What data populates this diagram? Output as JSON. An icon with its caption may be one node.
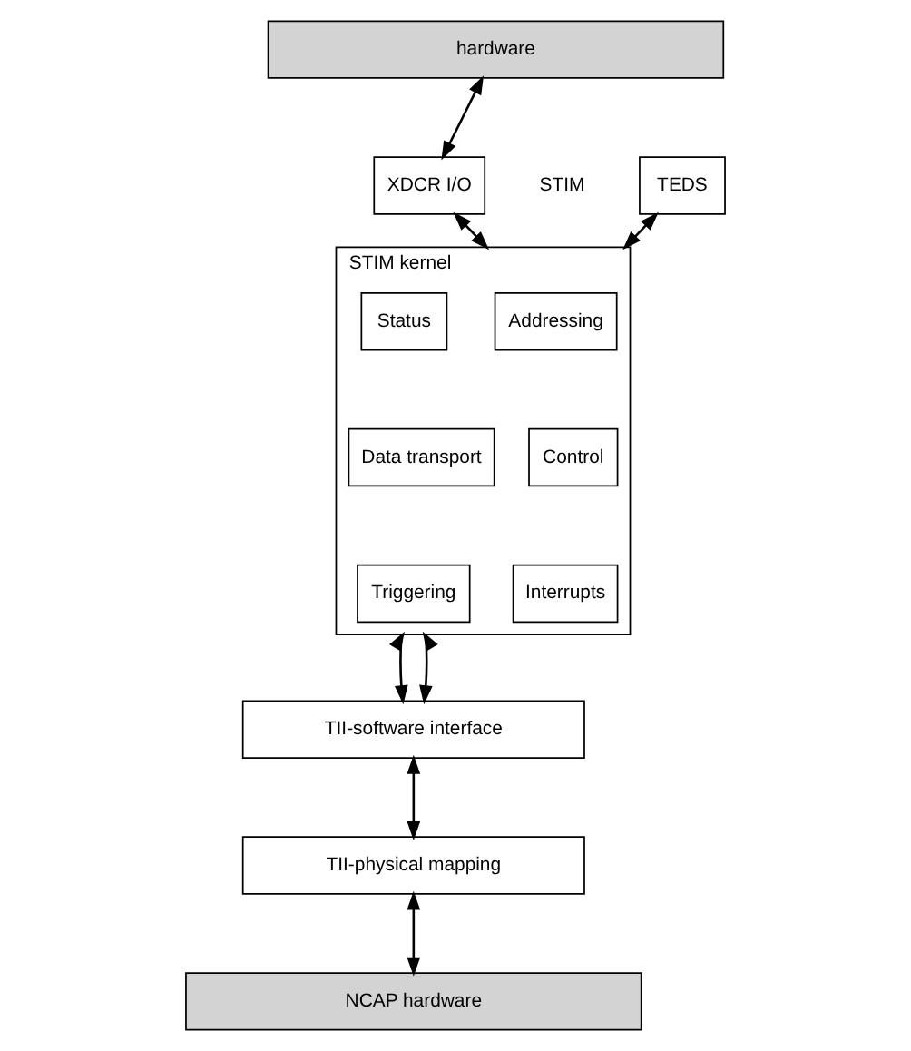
{
  "diagram": {
    "nodes": [
      {
        "text": [
          "hardware"
        ]
      },
      {
        "text": [
          "XDCR I/O"
        ]
      },
      {
        "text": [
          "TEDS"
        ]
      },
      {
        "text": [
          "STIM kernel"
        ]
      },
      {
        "text": [
          "Addressing"
        ],
        "in": 3
      },
      {
        "text": [
          "Status"
        ],
        "in": 3
      },
      {
        "text": [
          "Control"
        ],
        "in": 3
      },
      {
        "text": [
          "Data transport"
        ],
        "in": 3
      },
      {
        "text": [
          "Interrupts"
        ],
        "in": 3
      },
      {
        "text": [
          "Triggering"
        ],
        "in": 3
      },
      {
        "text": [
          "TII-software interface"
        ]
      },
      {
        "text": [
          "TII-physical mapping"
        ]
      },
      {
        "text": [
          "NCAP hardware"
        ]
      }
    ],
    "edges": [
      {
        "from": 0,
        "to": 1,
        "arrow": "both"
      },
      {
        "from": 1,
        "to": 3,
        "arrow": "both"
      },
      {
        "from": 2,
        "to": 3,
        "arrow": "both"
      },
      {
        "from": 3,
        "to": 10,
        "arrow": "both"
      },
      {
        "from": 3,
        "to": 10,
        "arrow": "both"
      },
      {
        "from": 10,
        "to": 11,
        "arrow": "both"
      },
      {
        "from": 11,
        "to": 12,
        "arrow": "both"
      }
    ],
    "labels": [
      "STIM"
    ]
  }
}
